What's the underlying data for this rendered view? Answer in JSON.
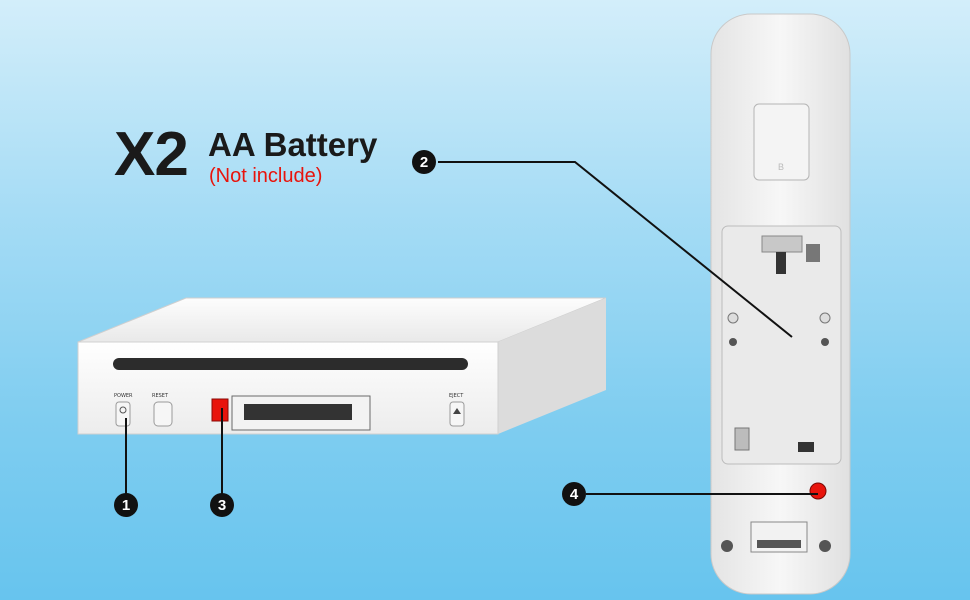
{
  "headline": {
    "multiplier": "X2",
    "item": "AA Battery",
    "note": "(Not include)"
  },
  "console": {
    "power_label": "POWER",
    "reset_label": "RESET",
    "eject_label": "EJECT"
  },
  "remote": {
    "button_letter": "B"
  },
  "callouts": [
    "1",
    "2",
    "3",
    "4"
  ],
  "colors": {
    "marker_red": "#e8140c",
    "badge": "#111111"
  }
}
